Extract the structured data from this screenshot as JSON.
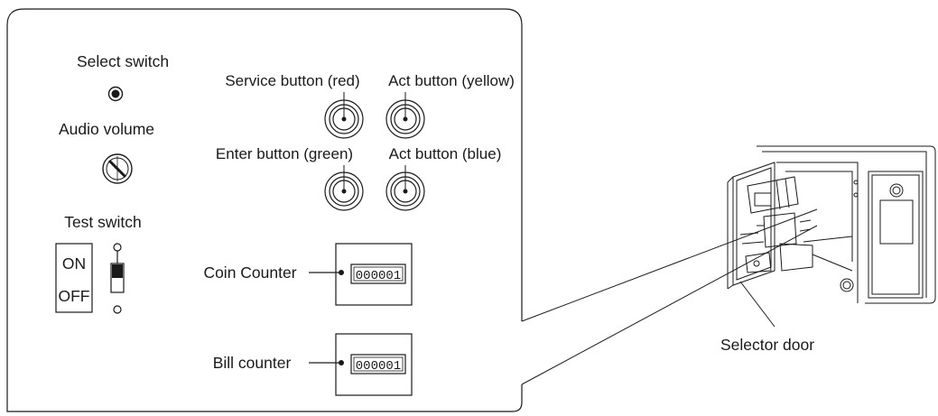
{
  "labels": {
    "select_switch": "Select switch",
    "audio_volume": "Audio volume",
    "test_switch": "Test switch",
    "on": "ON",
    "off": "OFF",
    "service_button": "Service button (red)",
    "act_button_yellow": "Act button (yellow)",
    "enter_button": "Enter button (green)",
    "act_button_blue": "Act button (blue)",
    "coin_counter": "Coin Counter",
    "bill_counter": "Bill counter",
    "selector_door": "Selector door"
  },
  "counters": {
    "coin_value": "000001",
    "bill_value": "000001"
  },
  "colors": {
    "line": "#1a1a1a",
    "background": "#ffffff"
  }
}
